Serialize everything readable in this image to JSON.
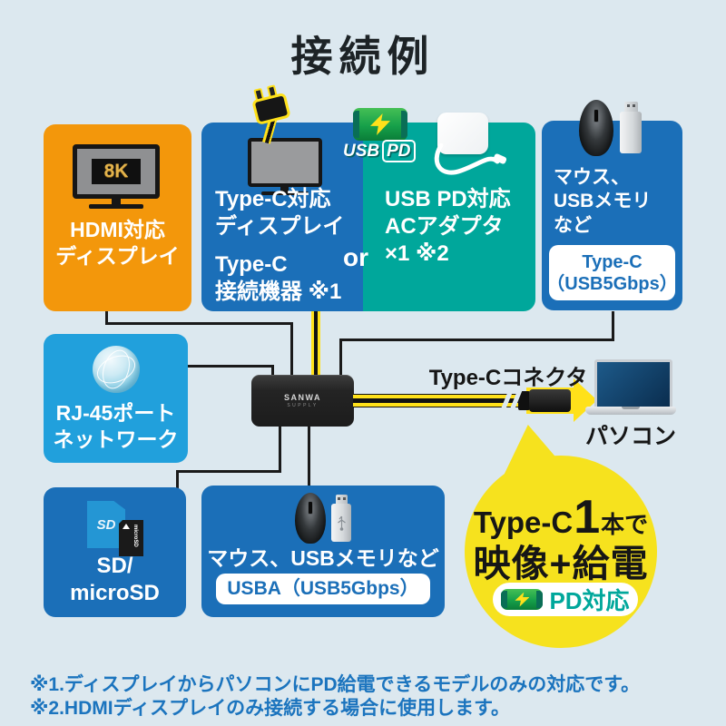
{
  "title": "接続例",
  "colors": {
    "box_blue": "#1B6FB8",
    "box_teal": "#00A79B",
    "box_cyan": "#21A0DC",
    "box_orange": "#F3970B",
    "callout_yellow": "#F6E21E",
    "cable_yellow": "#FFE11A",
    "footnote_blue": "#1B74BE",
    "background": "#DCE8EF"
  },
  "boxes": {
    "hdmi": {
      "tv_badge": "8K",
      "label": "HDMI対応\nディスプレイ"
    },
    "typec": {
      "display_label": "Type-C対応\nディスプレイ",
      "device_label": "Type-C\n接続機器 ※1",
      "or": "or"
    },
    "acadapter": {
      "badge_usb": "USB",
      "badge_pd": "PD",
      "label": "USB PD対応\nACアダプタ\n×1 ※2"
    },
    "mouse_typec": {
      "label": "マウス、\nUSBメモリ\nなど",
      "port": "Type-C\n（USB5Gbps）"
    },
    "rj45": {
      "label": "RJ-45ポート\nネットワーク"
    },
    "sd": {
      "card_logo": "SD",
      "micro_logo": "microSD",
      "label": "SD/\nmicroSD"
    },
    "mouse_usba": {
      "label": "マウス、USBメモリなど",
      "port": "USBA（USB5Gbps）"
    }
  },
  "hub": {
    "brand": "SANWA",
    "brand_sub": "SUPPLY"
  },
  "cable": {
    "connector_label": "Type-Cコネクタ"
  },
  "pc": {
    "label": "パソコン"
  },
  "callout": {
    "line1_prefix": "Type-C",
    "line1_num": "1",
    "line1_suffix": "本で",
    "line2": "映像+給電",
    "pd_label": "PD対応"
  },
  "footnotes": [
    "※1.ディスプレイからパソコンにPD給電できるモデルのみの対応です。",
    "※2.HDMIディスプレイのみ接続する場合に使用します。"
  ]
}
